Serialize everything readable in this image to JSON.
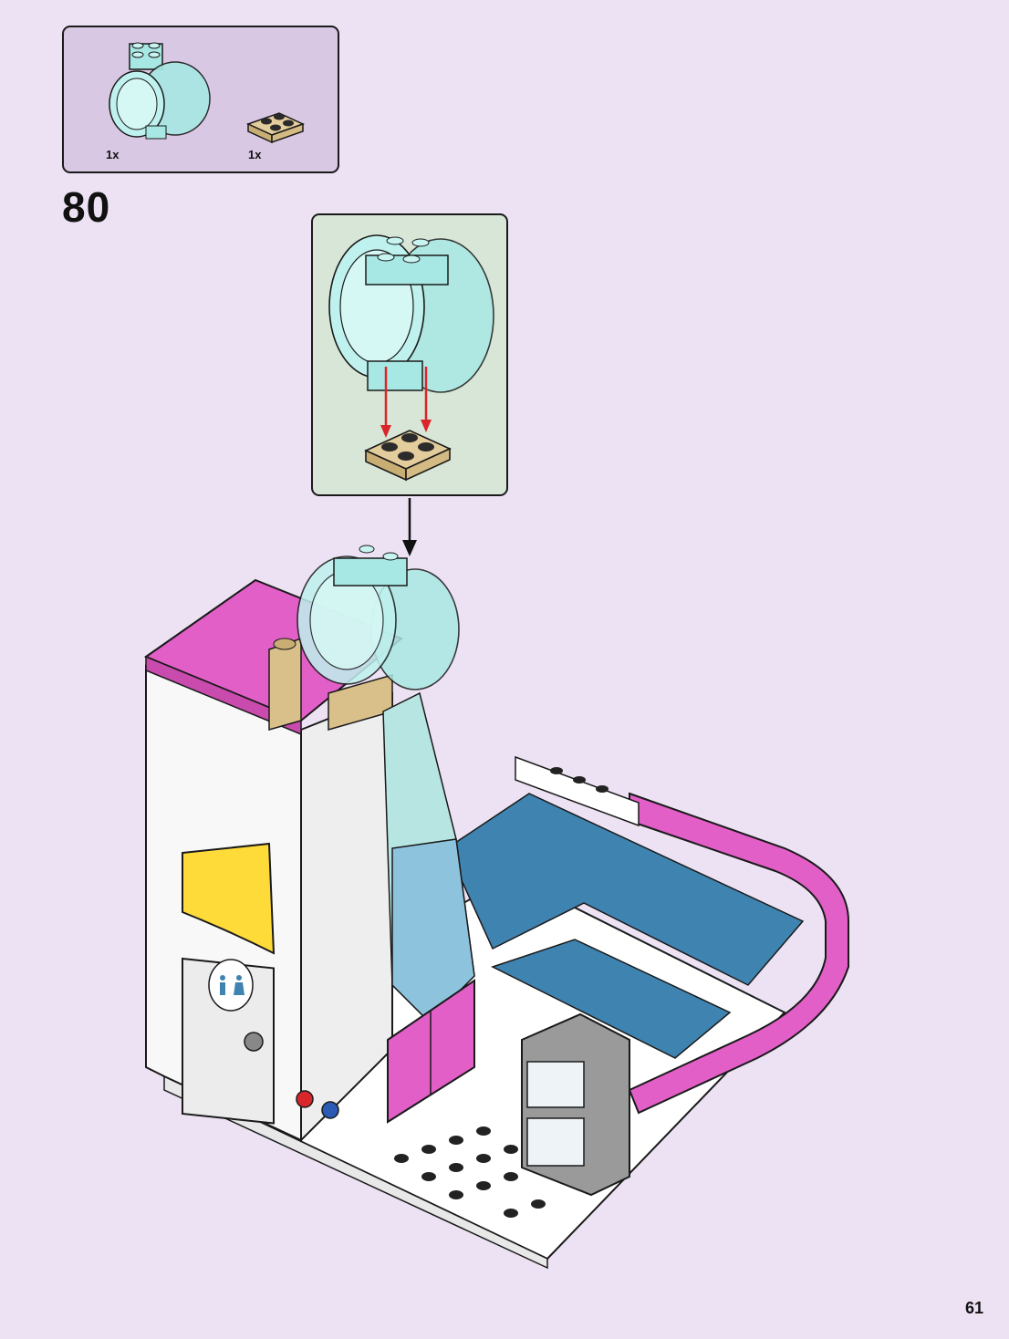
{
  "parts_list": {
    "items": [
      {
        "name": "transparent-cyan-porthole",
        "quantity": "1x",
        "color": "#a8e8e4"
      },
      {
        "name": "tan-plate-2x2",
        "quantity": "1x",
        "color": "#d9c08a"
      }
    ]
  },
  "step": {
    "number": "80"
  },
  "page": {
    "number": "61"
  },
  "colors": {
    "background": "#ece2f3",
    "parts_panel": "#d9c8e4",
    "callout_panel": "#d8e6d8",
    "trans_cyan": "#a8e8e4",
    "tan": "#d9c08a",
    "magenta": "#e25fc7",
    "dark_azure": "#3f83b0",
    "yellow": "#ffdb3a",
    "arrow_red": "#d8262b"
  }
}
